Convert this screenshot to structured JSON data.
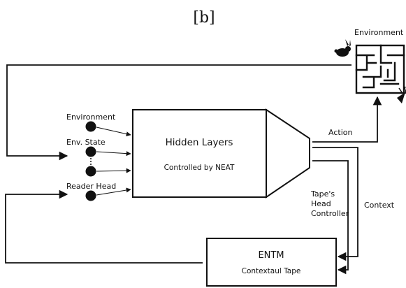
{
  "panel_label": "[b]",
  "environment": {
    "label": "Environment",
    "rabbit_icon": "rabbit-icon",
    "maze_icon": "maze-icon",
    "carrot_icon": "carrot-icon"
  },
  "inputs": {
    "environment": "Environment",
    "env_state": "Env. State",
    "reader_head": "Reader Head"
  },
  "network": {
    "title": "Hidden Layers",
    "subtitle": "Controlled by NEAT"
  },
  "outputs": {
    "action": "Action",
    "tape_head_controller": [
      "Tape's",
      "Head",
      "Controller"
    ],
    "context": "Context"
  },
  "entm": {
    "title": "ENTM",
    "subtitle": "Contextaul Tape"
  }
}
